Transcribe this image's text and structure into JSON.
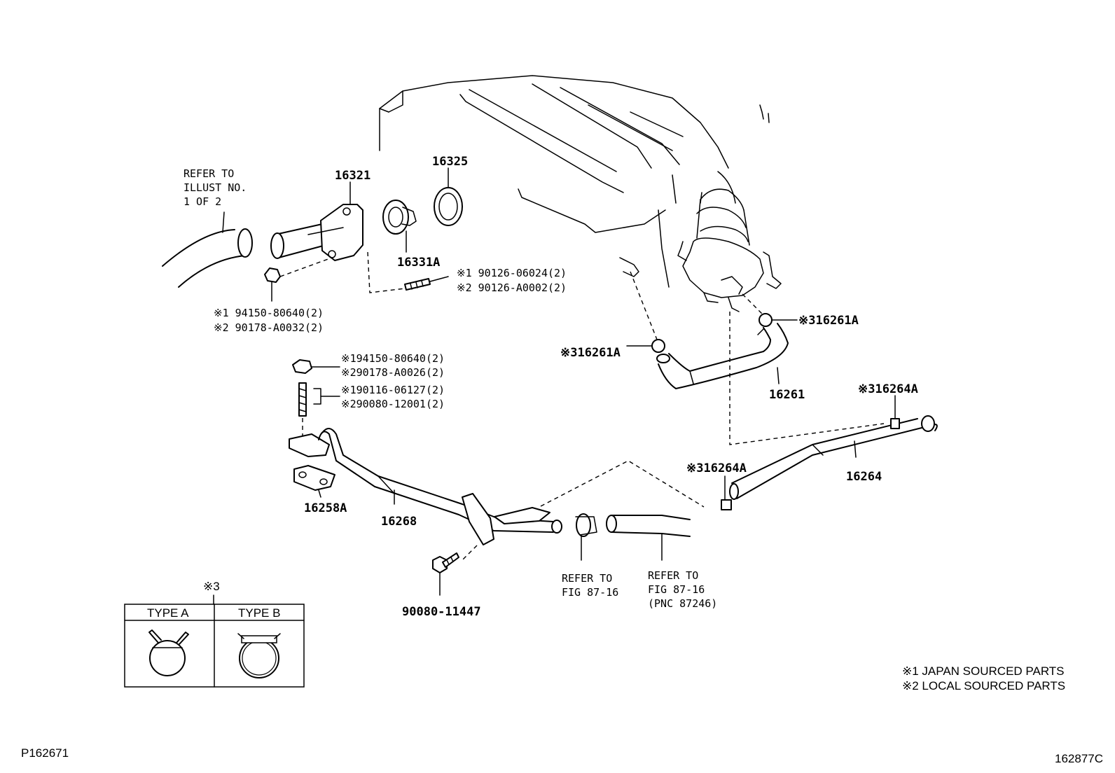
{
  "refer_illust": [
    "REFER TO",
    "ILLUST NO.",
    "1 OF 2"
  ],
  "parts": {
    "p16321": "16321",
    "p16325": "16325",
    "p16331a": "16331A",
    "p16261": "16261",
    "p16261a_right": "※316261A",
    "p16261a_left": "※316261A",
    "p16264a_top": "※316264A",
    "p16264a_mid": "※316264A",
    "p16264": "16264",
    "p16258a": "16258A",
    "p16268": "16268",
    "p90080_11447": "90080-11447"
  },
  "callouts": {
    "stud1": "※1 90126-06024(2)",
    "stud2": "※2 90126-A0002(2)",
    "nut_upper1": "※1 94150-80640(2)",
    "nut_upper2": "※2 90178-A0032(2)",
    "nut_lower1": "※194150-80640(2)",
    "nut_lower2": "※290178-A0026(2)",
    "stud_lower1": "※190116-06127(2)",
    "stud_lower2": "※290080-12001(2)"
  },
  "refer_fig_a": [
    "REFER TO",
    "FIG 87-16"
  ],
  "refer_fig_b": [
    "REFER TO",
    "FIG 87-16",
    "(PNC 87246)"
  ],
  "type_table": {
    "marker": "※3",
    "col_a": "TYPE A",
    "col_b": "TYPE B"
  },
  "legend": [
    "※1  JAPAN SOURCED PARTS",
    "※2  LOCAL SOURCED PARTS"
  ],
  "footer": {
    "left": "P162671",
    "right": "162877C"
  }
}
